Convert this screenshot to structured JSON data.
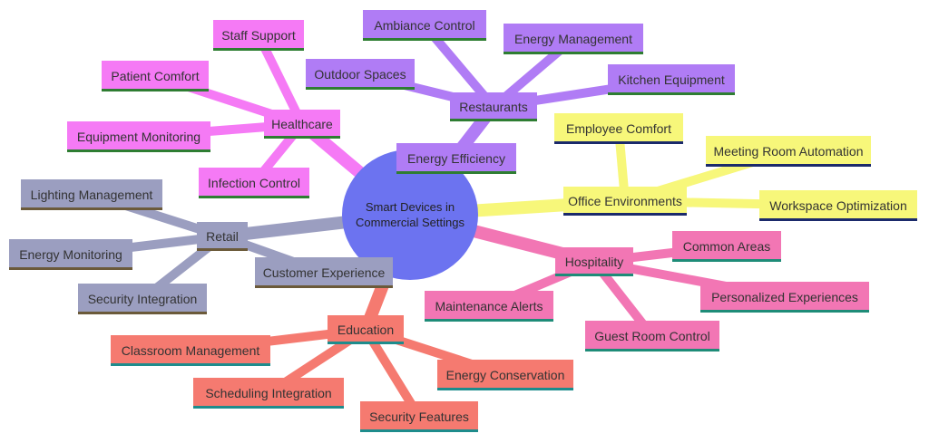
{
  "root": {
    "label_lines": [
      "Smart Devices in",
      "Commercial Settings"
    ],
    "color": "#6c73f0"
  },
  "branches": [
    {
      "key": "healthcare",
      "label": "Healthcare",
      "color": "#f57af5",
      "underline": "#2e7d32",
      "children": [
        "Staff Support",
        "Patient Comfort",
        "Equipment Monitoring",
        "Infection Control"
      ]
    },
    {
      "key": "restaurants",
      "label": "Restaurants",
      "color": "#b07cf5",
      "underline": "#2e7d32",
      "children": [
        "Ambiance Control",
        "Energy Management",
        "Outdoor Spaces",
        "Kitchen Equipment",
        "Energy Efficiency"
      ]
    },
    {
      "key": "office",
      "label": "Office Environments",
      "color": "#f7f77a",
      "underline": "#1b2a6b",
      "children": [
        "Employee Comfort",
        "Meeting Room Automation",
        "Workspace Optimization"
      ]
    },
    {
      "key": "hospitality",
      "label": "Hospitality",
      "color": "#f276b4",
      "underline": "#1e8c78",
      "children": [
        "Common Areas",
        "Personalized Experiences",
        "Guest Room Control",
        "Maintenance Alerts"
      ]
    },
    {
      "key": "education",
      "label": "Education",
      "color": "#f57a70",
      "underline": "#1e8c8c",
      "children": [
        "Classroom Management",
        "Energy Conservation",
        "Scheduling Integration",
        "Security Features"
      ]
    },
    {
      "key": "retail",
      "label": "Retail",
      "color": "#9b9ec0",
      "underline": "#6b5a3a",
      "children": [
        "Lighting Management",
        "Energy Monitoring",
        "Security Integration",
        "Customer Experience"
      ]
    }
  ]
}
